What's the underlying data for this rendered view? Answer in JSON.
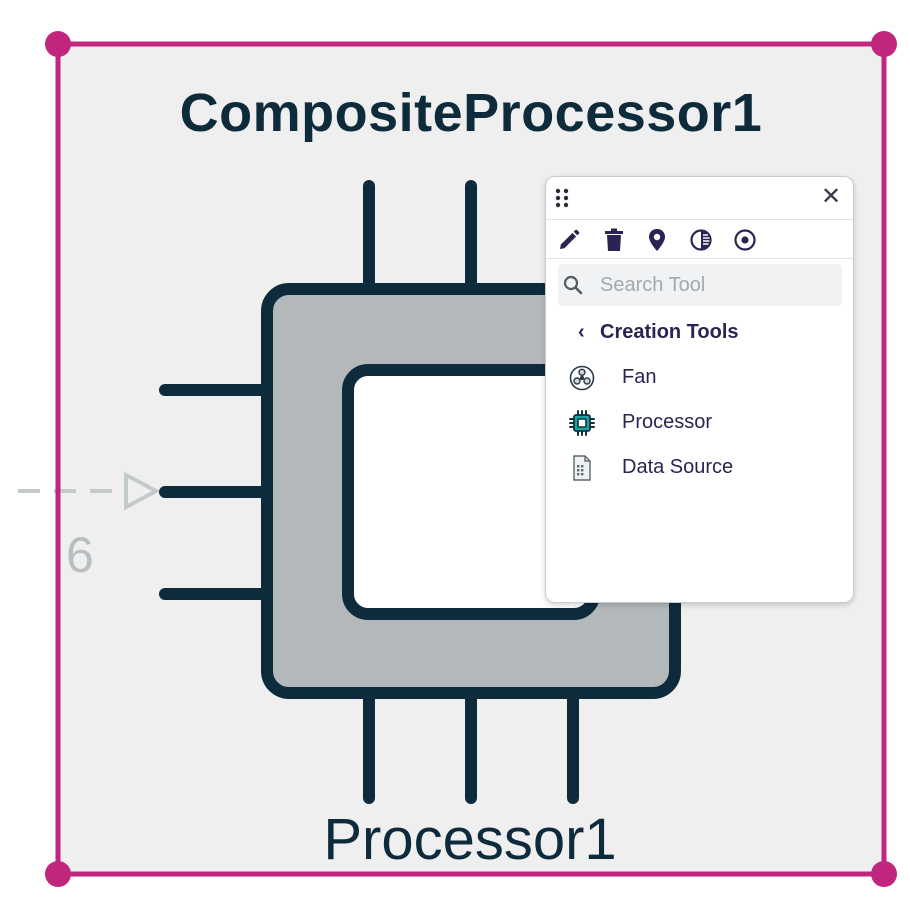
{
  "canvas": {
    "composite_title": "CompositeProcessor1",
    "processor_label": "Processor1",
    "port_number": "6",
    "colors": {
      "selection": "#c0267e",
      "outline": "#0e2b3c",
      "chip_fill": "#b3b9ba",
      "composite_fill": "#efefef",
      "port_dim": "#c3cacb"
    }
  },
  "tool_panel": {
    "drag_icon": "drag-handle-icon",
    "close_label": "✕",
    "toolbar": [
      {
        "name": "edit",
        "icon": "pencil-icon"
      },
      {
        "name": "delete",
        "icon": "trash-icon"
      },
      {
        "name": "locate",
        "icon": "map-pin-icon"
      },
      {
        "name": "contrast",
        "icon": "contrast-icon"
      },
      {
        "name": "target",
        "icon": "target-icon"
      }
    ],
    "search": {
      "placeholder": "Search Tool",
      "value": ""
    },
    "section": {
      "chevron": "‹",
      "title": "Creation Tools"
    },
    "items": [
      {
        "label": "Fan",
        "icon": "fan-icon"
      },
      {
        "label": "Processor",
        "icon": "processor-icon"
      },
      {
        "label": "Data Source",
        "icon": "data-source-icon"
      }
    ]
  }
}
